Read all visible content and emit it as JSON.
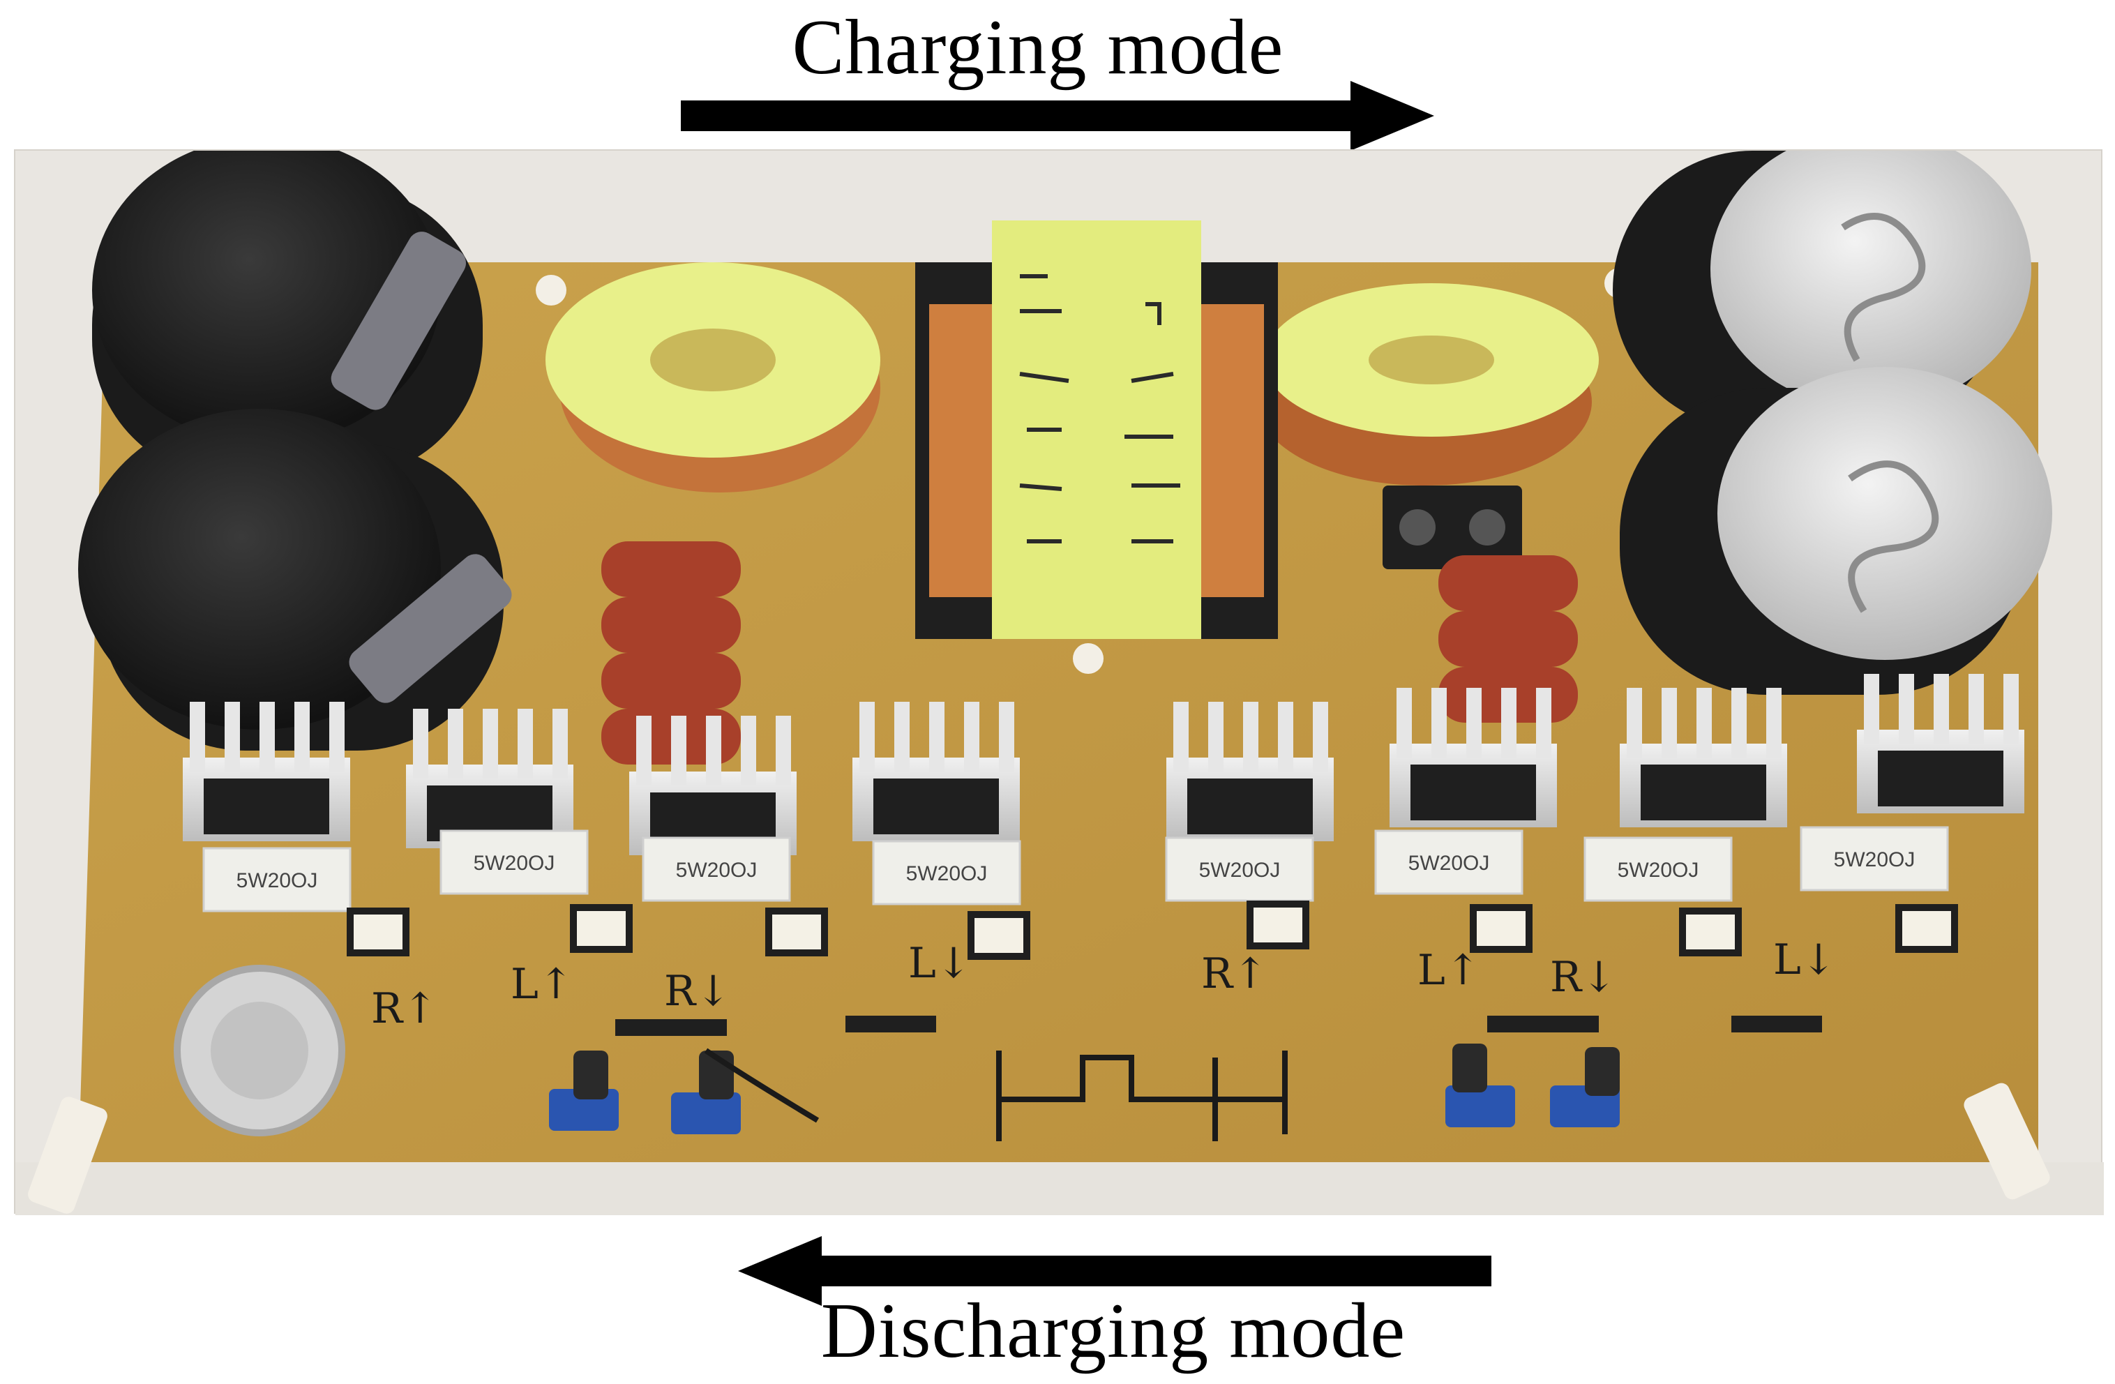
{
  "captions": {
    "top": "Charging mode",
    "bottom": "Discharging mode"
  },
  "arrows": {
    "top_direction": "right",
    "bottom_direction": "left"
  },
  "photo": {
    "resistor_marking": "5W20OJ",
    "handwritten_labels": [
      "R↑",
      "L↑",
      "R↓",
      "L↓",
      "R↑",
      "L↑",
      "R↓",
      "L↓"
    ],
    "colors": {
      "board": "#c8a048",
      "tape": "#e8f08a",
      "capacitor": "#1e1e1e",
      "heatsink": "#d9d9d9",
      "resistor_body": "#efefea",
      "film_cap": "#a8402a",
      "trimmer": "#2a55b0"
    }
  }
}
